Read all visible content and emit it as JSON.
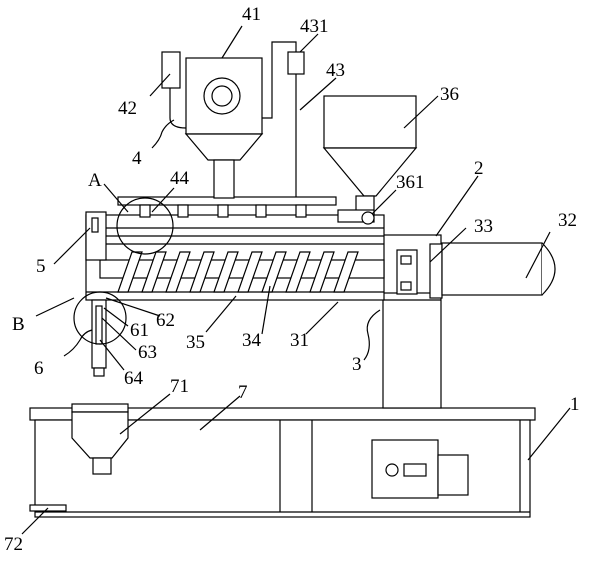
{
  "labels": {
    "l41": "41",
    "l431": "431",
    "l42": "42",
    "l43": "43",
    "l36": "36",
    "l4": "4",
    "l44": "44",
    "lA": "A",
    "l361": "361",
    "l2": "2",
    "l33": "33",
    "l32": "32",
    "l5": "5",
    "lB": "B",
    "l62": "62",
    "l61": "61",
    "l35": "35",
    "l34": "34",
    "l31": "31",
    "l63": "63",
    "l3": "3",
    "l6": "6",
    "l64": "64",
    "l71": "71",
    "l7": "7",
    "l1": "1",
    "l72": "72"
  }
}
